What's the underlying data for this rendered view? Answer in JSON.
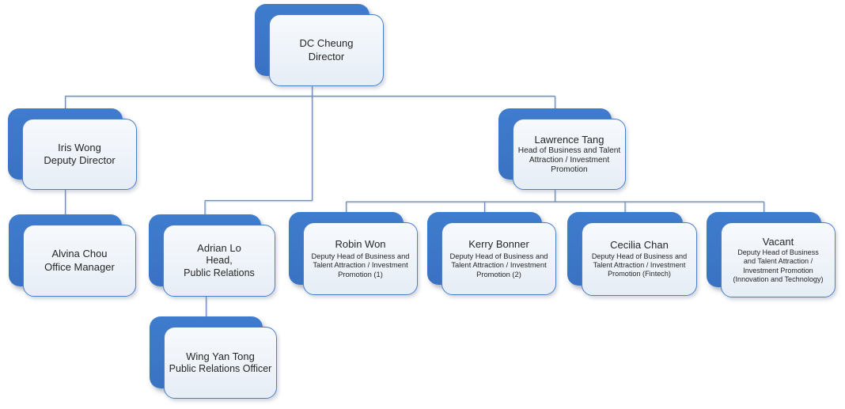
{
  "chart": {
    "type": "org-chart",
    "colors": {
      "node_fill": "#3B76C8",
      "card_fill": "#EEF3F9",
      "card_border": "#4B7EC9",
      "connector": "#6C8CB3",
      "text": "#262626"
    },
    "nodes": [
      {
        "id": "dc-cheung",
        "name": "DC Cheung",
        "role": "Director",
        "reports_to": null
      },
      {
        "id": "iris-wong",
        "name": "Iris Wong",
        "role": "Deputy Director",
        "reports_to": "dc-cheung"
      },
      {
        "id": "lawrence-tang",
        "name": "Lawrence Tang",
        "role": "Head of Business and Talent Attraction / Investment Promotion",
        "reports_to": "dc-cheung"
      },
      {
        "id": "alvina-chou",
        "name": "Alvina Chou",
        "role": "Office Manager",
        "reports_to": "iris-wong"
      },
      {
        "id": "adrian-lo",
        "name": "Adrian Lo",
        "role": "Head,\nPublic Relations",
        "reports_to": "dc-cheung"
      },
      {
        "id": "robin-won",
        "name": "Robin Won",
        "role": "Deputy Head of Business and Talent Attraction / Investment Promotion (1)",
        "reports_to": "lawrence-tang"
      },
      {
        "id": "kerry-bonner",
        "name": "Kerry Bonner",
        "role": "Deputy Head of Business and Talent Attraction / Investment Promotion (2)",
        "reports_to": "lawrence-tang"
      },
      {
        "id": "cecilia-chan",
        "name": "Cecilia Chan",
        "role": "Deputy Head of Business and Talent Attraction / Investment Promotion (Fintech)",
        "reports_to": "lawrence-tang"
      },
      {
        "id": "vacant",
        "name": "Vacant",
        "role": "Deputy Head of Business and Talent Attraction / Investment Promotion (Innovation and Technology)",
        "reports_to": "lawrence-tang"
      },
      {
        "id": "wing-yan-tong",
        "name": "Wing Yan Tong",
        "role": "Public Relations Officer",
        "reports_to": "adrian-lo"
      }
    ]
  }
}
